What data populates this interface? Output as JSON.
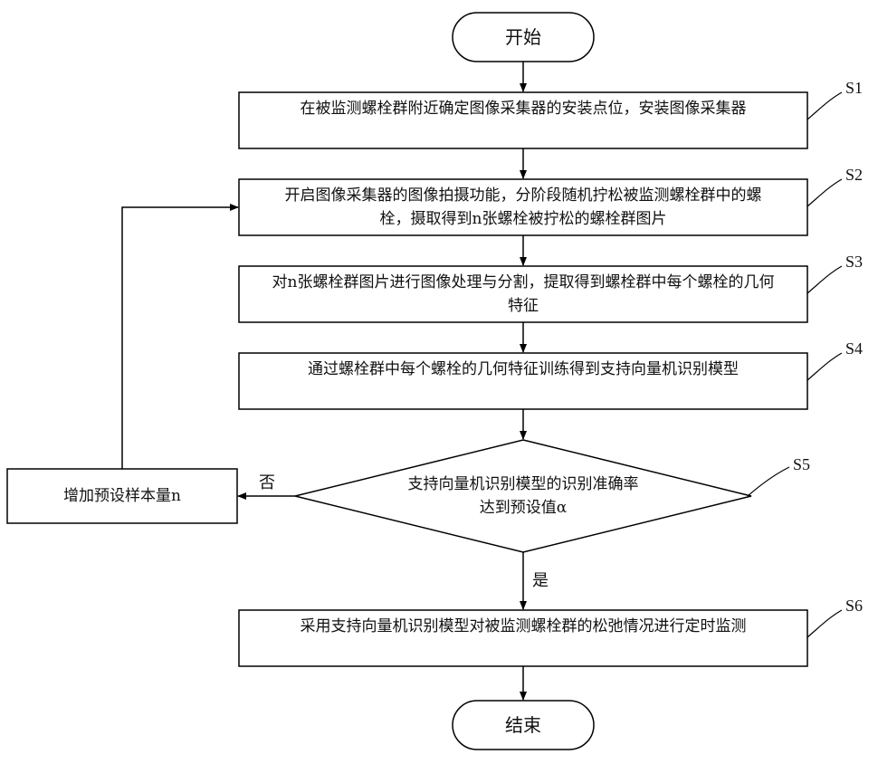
{
  "start": {
    "label": "开始"
  },
  "end": {
    "label": "结束"
  },
  "steps": [
    {
      "id": "S1",
      "text": "在被监测螺栓群附近确定图像采集器的安装点位，安装图像采集器"
    },
    {
      "id": "S2",
      "text": "开启图像采集器的图像拍摄功能，分阶段随机拧松被监测螺栓群中的螺栓，摄取得到n张螺栓被拧松的螺栓群图片"
    },
    {
      "id": "S3",
      "text": "对n张螺栓群图片进行图像处理与分割，提取得到螺栓群中每个螺栓的几何特征"
    },
    {
      "id": "S4",
      "text": "通过螺栓群中每个螺栓的几何特征训练得到支持向量机识别模型"
    },
    {
      "id": "S5",
      "text": "支持向量机识别模型的识别准确率达到预设值α"
    },
    {
      "id": "S6",
      "text": "采用支持向量机识别模型对被监测螺栓群的松弛情况进行定时监测"
    }
  ],
  "side_box": {
    "text": "增加预设样本量n"
  },
  "branch_labels": {
    "no": "否",
    "yes": "是"
  }
}
